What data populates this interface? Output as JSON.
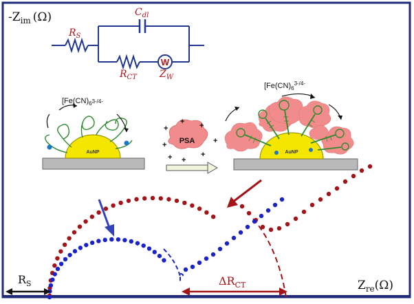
{
  "axes": {
    "y_label": "-Z",
    "y_sub": "im",
    "y_unit": "(Ω)",
    "x_label": "Z",
    "x_sub": "re",
    "x_unit": "(Ω)"
  },
  "circuit": {
    "rs": "R",
    "rs_sub": "S",
    "cdl": "C",
    "cdl_sub": "dl",
    "rct": "R",
    "rct_sub": "CT",
    "w": "W",
    "zw": "Z",
    "zw_sub": "W"
  },
  "electrode_left": {
    "ion": "[Fe(CN)",
    "ion_sub": "6",
    "ion_sup": "3-/4-",
    "np": "AuNP"
  },
  "electrode_right": {
    "ion": "[Fe(CN)",
    "ion_sub": "6",
    "ion_sup": "3-/4-",
    "np": "AuNP"
  },
  "analyte": "PSA",
  "annotations": {
    "rs": "R",
    "rs_sub": "S",
    "drct": "ΔR",
    "drct_sub": "CT"
  },
  "colors": {
    "frame": "#1f2a78",
    "red_series": "#a31318",
    "blue_series": "#1a23c8",
    "nanoparticle": "#f5e600",
    "psa": "#f28b8b",
    "substrate": "#b9b9b9"
  }
}
